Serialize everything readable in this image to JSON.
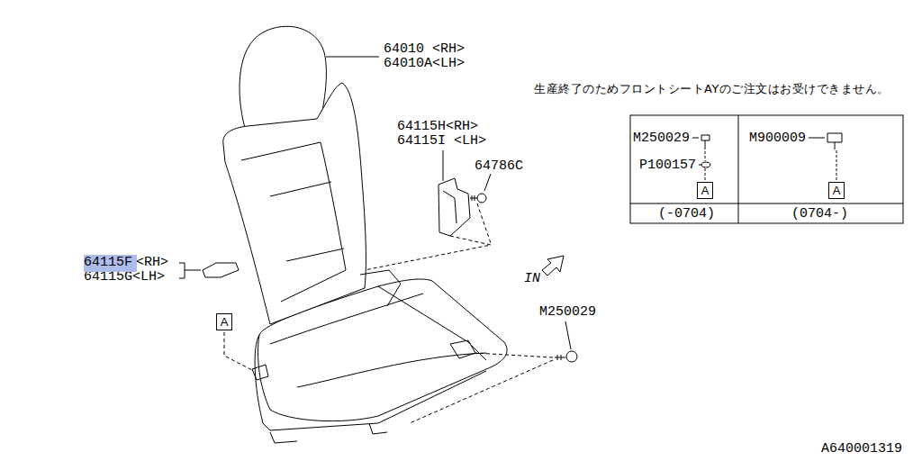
{
  "diagram": {
    "nodes": [
      {
        "text": [
          "64115F"
        ]
      },
      {
        "text": [
          "A"
        ]
      },
      {
        "text": [
          "A"
        ]
      },
      {
        "text": [
          "A"
        ]
      }
    ],
    "labels": [
      "64010 <RH>",
      "64010A<LH>",
      "生産終了のためフロントシートAYのご注文はお受けできません。",
      "64115H<RH>",
      "64115I <LH>",
      "64786C",
      "<RH>",
      "64115G<LH>",
      "M250029",
      "P100157",
      "M900009",
      "(-0704)",
      "(0704-)",
      "IN",
      "M250029",
      "A640001319"
    ]
  }
}
